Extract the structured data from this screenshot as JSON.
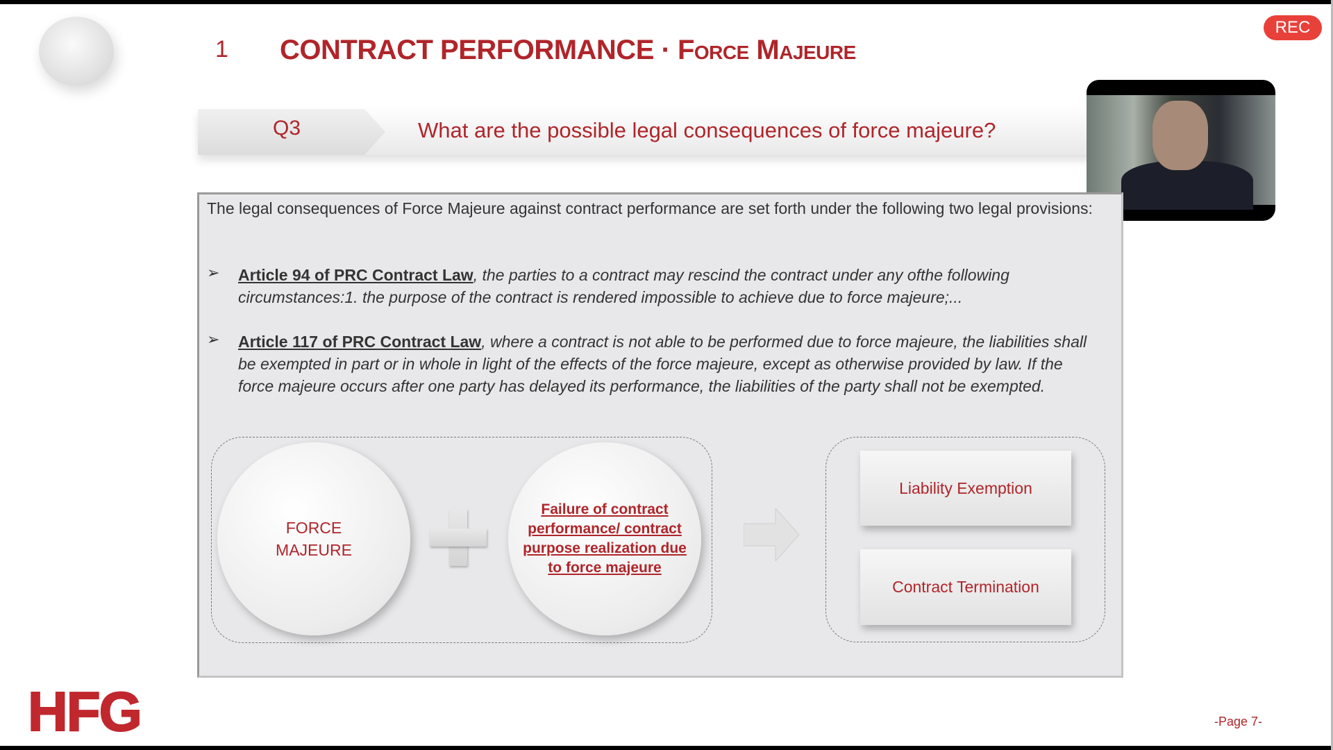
{
  "header": {
    "section_number": "1",
    "title_main": "CONTRACT PERFORMANCE",
    "title_separator": "·",
    "title_sub": "Force Majeure"
  },
  "recording": {
    "label": "REC",
    "color": "#e8413a"
  },
  "question": {
    "tag": "Q3",
    "text": "What are the possible legal consequences of force majeure?"
  },
  "content": {
    "intro": "The legal consequences of Force Majeure against contract performance are set forth under the following two legal provisions:",
    "bullets": [
      {
        "title": "Article 94 of PRC Contract Law",
        "text": ", the parties to a contract may rescind the contract under any ofthe following circumstances:1. the purpose of the contract is rendered impossible to achieve due to force majeure;..."
      },
      {
        "title": "Article 117 of PRC Contract Law",
        "text": ", where a contract is not able to be performed due to force majeure, the liabilities shall be exempted in part or in whole in light of the effects of the force majeure, except as otherwise provided by law. If the force majeure occurs after one party has delayed its performance, the liabilities of the party shall not be exempted."
      }
    ]
  },
  "diagram": {
    "cause1": "FORCE MAJEURE",
    "cause2": "Failure of contract performance/ contract purpose realization due to force majeure",
    "results": [
      "Liability Exemption",
      "Contract Termination"
    ]
  },
  "footer": {
    "logo": "HFG",
    "page": "-Page 7-"
  },
  "colors": {
    "accent": "#b0252a"
  }
}
